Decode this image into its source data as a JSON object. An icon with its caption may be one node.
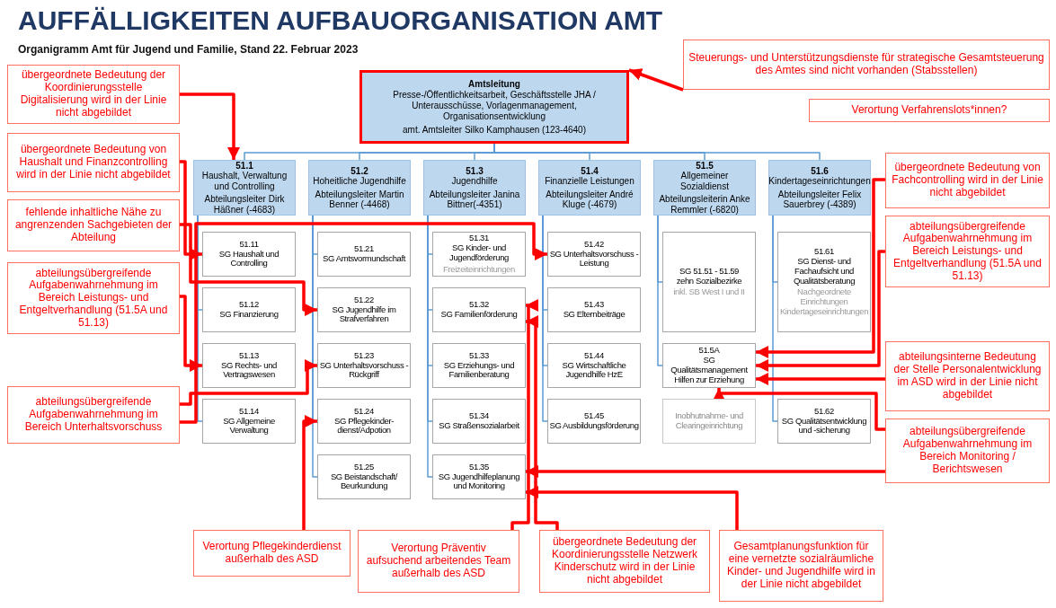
{
  "diagram": {
    "title": "AUFFÄLLIGKEITEN AUFBAUORGANISATION AMT",
    "nodes": [
      {
        "text": [
          "Amtsleitung",
          "Presse-/Öffentlichkeitsarbeit, Geschäftsstelle JHA / Unterausschüsse, Vorlagenmanagement, Organisationsentwicklung",
          "amt. Amtsleiter Silko Kamphausen (123-4640)"
        ]
      },
      {
        "text": [
          "51.1",
          "Haushalt, Verwaltung und Controlling",
          "Abteilungsleiter Dirk Häßner (-4683)"
        ]
      },
      {
        "text": [
          "51.2",
          "Hoheitliche Jugendhilfe",
          "Abteilungsleiter Martin Benner (-4468)"
        ]
      },
      {
        "text": [
          "51.3",
          "Jugendhilfe",
          "Abteilungsleiter Janina Bittner(-4351)"
        ]
      },
      {
        "text": [
          "51.4",
          "Finanzielle Leistungen",
          "Abteilungsleiter André Kluge (-4679)"
        ]
      },
      {
        "text": [
          "51.5",
          "Allgemeiner Sozialdienst",
          "Abteilungsleiterin Anke Remmler (-6820)"
        ]
      },
      {
        "text": [
          "51.6",
          "Kindertageseinrichtungen",
          "Abteilungsleiter Felix Sauerbrey (-4389)"
        ]
      },
      {
        "text": [
          "51.11",
          "SG Haushalt und Controlling"
        ]
      },
      {
        "text": [
          "51.12",
          "SG Finanzierung"
        ]
      },
      {
        "text": [
          "51.13",
          "SG Rechts- und Vertragswesen"
        ]
      },
      {
        "text": [
          "51.14",
          "SG Allgemeine Verwaltung"
        ]
      },
      {
        "text": [
          "51.21",
          "SG Amtsvormundschaft"
        ]
      },
      {
        "text": [
          "51.22",
          "SG Jugendhilfe im Strafverfahren"
        ]
      },
      {
        "text": [
          "51.23",
          "SG Unterhaltsvorschuss - Rückgriff"
        ]
      },
      {
        "text": [
          "51.24",
          "SG Pflegekinder- dienst/Adpotion"
        ]
      },
      {
        "text": [
          "51.25",
          "SG Beistandschaft/ Beurkundung"
        ]
      },
      {
        "text": [
          "51.31",
          "SG Kinder- und Jugendförderung",
          "Freizeiteinrichtungen"
        ]
      },
      {
        "text": [
          "51.32",
          "SG Familienförderung"
        ]
      },
      {
        "text": [
          "51.33",
          "SG Erziehungs- und Familienberatung"
        ]
      },
      {
        "text": [
          "51.34",
          "SG Straßensozialarbeit"
        ]
      },
      {
        "text": [
          "51.35",
          "SG Jugendhilfeplanung und Monitoring"
        ]
      },
      {
        "text": [
          "51.42",
          "SG Unterhaltsvorschuss - Leistung"
        ]
      },
      {
        "text": [
          "51.43",
          "SG Elternbeiträge"
        ]
      },
      {
        "text": [
          "51.44",
          "SG Wirtschaftliche Jugendhilfe HzE"
        ]
      },
      {
        "text": [
          "51.45",
          "SG Ausbildungsförderung"
        ]
      },
      {
        "text": [
          "SG 51.51 - 51.59",
          "zehn Sozialbezirke",
          "inkl. SB West I und II"
        ]
      },
      {
        "text": [
          "51.5A",
          "SG Qualitätsmanagement Hilfen zur Erziehung"
        ]
      },
      {
        "text": [
          "Inobhutnahme- und Clearingeinrichtung"
        ]
      },
      {
        "text": [
          "51.61",
          "SG Dienst- und Fachaufsicht und Qualitätsberatung",
          "Nachgeordnete Einrichtungen Kindertageseinrichtungen"
        ]
      },
      {
        "text": [
          "51.62",
          "SG Qualitätsentwicklung und -sicherung"
        ]
      },
      {
        "text": [
          "Steuerungs- und Unterstützungsdienste für strategische Gesamtsteuerung des Amtes sind nicht vorhanden (Stabsstellen)"
        ]
      },
      {
        "text": [
          "Verortung Verfahrenslots*innen?"
        ]
      },
      {
        "text": [
          "übergeordnete Bedeutung der Koordinierungsstelle Digitalisierung wird in der Linie nicht abgebildet"
        ]
      },
      {
        "text": [
          "übergeordnete Bedeutung von Haushalt und Finanzcontrolling wird in der Linie nicht abgebildet"
        ]
      },
      {
        "text": [
          "Verortung Präventiv aufsuchend arbeitendes Team außerhalb des ASD"
        ]
      },
      {
        "text": [
          "übergeordnete Bedeutung der Koordinierungsstelle Netzwerk Kinderschutz wird in der Linie nicht abgebildet"
        ]
      },
      {
        "text": [
          "übergeordnete Bedeutung von Fachcontrolling wird in der Linie nicht abgebildet"
        ]
      },
      {
        "text": [
          "abteilungsübergreifende Aufgabenwahrnehmung im Bereich Leistungs- und Entgeltverhandlung (51.5A und 51.13)"
        ]
      },
      {
        "text": [
          "fehlende inhaltliche Nähe zu angrenzenden Sachgebieten der Abteilung"
        ]
      },
      {
        "text": [
          "abteilungsübergreifende Aufgabenwahrnehmung im Bereich Leistungs- und Entgeltverhandlung (51.5A und 51.13)"
        ]
      },
      {
        "text": [
          "abteilungsinterne Bedeutung der Stelle Personalentwicklung im ASD wird in der Linie nicht abgebildet"
        ]
      },
      {
        "text": [
          "abteilungsübergreifende Aufgabenwahrnehmung im Bereich Unterhaltsvorschuss"
        ]
      },
      {
        "text": [
          "abteilungsübergreifende Aufgabenwahrnehmung im Bereich Monitoring / Berichtswesen"
        ]
      },
      {
        "text": [
          "Verortung Pflegekinderdienst außerhalb des ASD"
        ]
      },
      {
        "text": [
          "Gesamtplanungsfunktion für eine vernetzte sozialräumliche Kinder- und Jugendhilfe wird in der Linie nicht abgebildet"
        ]
      }
    ],
    "edges": [
      {
        "from": 0,
        "to": 1,
        "arrow": "none"
      },
      {
        "from": 0,
        "to": 2,
        "arrow": "none"
      },
      {
        "from": 0,
        "to": 3,
        "arrow": "none"
      },
      {
        "from": 0,
        "to": 4,
        "arrow": "none"
      },
      {
        "from": 0,
        "to": 5,
        "arrow": "none"
      },
      {
        "from": 0,
        "to": 6,
        "arrow": "none"
      },
      {
        "from": 1,
        "to": 7,
        "arrow": "none"
      },
      {
        "from": 1,
        "to": 8,
        "arrow": "none"
      },
      {
        "from": 1,
        "to": 9,
        "arrow": "none"
      },
      {
        "from": 1,
        "to": 10,
        "arrow": "none"
      },
      {
        "from": 2,
        "to": 11,
        "arrow": "none"
      },
      {
        "from": 2,
        "to": 12,
        "arrow": "none"
      },
      {
        "from": 2,
        "to": 13,
        "arrow": "none"
      },
      {
        "from": 2,
        "to": 14,
        "arrow": "none"
      },
      {
        "from": 2,
        "to": 15,
        "arrow": "none"
      },
      {
        "from": 3,
        "to": 16,
        "arrow": "none"
      },
      {
        "from": 3,
        "to": 17,
        "arrow": "none"
      },
      {
        "from": 3,
        "to": 18,
        "arrow": "none"
      },
      {
        "from": 3,
        "to": 19,
        "arrow": "none"
      },
      {
        "from": 3,
        "to": 20,
        "arrow": "none"
      },
      {
        "from": 4,
        "to": 21,
        "arrow": "none"
      },
      {
        "from": 4,
        "to": 22,
        "arrow": "none"
      },
      {
        "from": 4,
        "to": 23,
        "arrow": "none"
      },
      {
        "from": 4,
        "to": 24,
        "arrow": "none"
      },
      {
        "from": 5,
        "to": 25,
        "arrow": "none"
      },
      {
        "from": 5,
        "to": 26,
        "arrow": "none"
      },
      {
        "from": 6,
        "to": 28,
        "arrow": "none"
      },
      {
        "from": 6,
        "to": 29,
        "arrow": "none"
      },
      {
        "from": 30,
        "to": 0,
        "arrow": "to",
        "style": "thick",
        "color": "#ff0000"
      },
      {
        "from": 32,
        "to": 1,
        "arrow": "to",
        "style": "thick",
        "color": "#ff0000"
      },
      {
        "from": 33,
        "to": 7,
        "arrow": "to",
        "style": "thick",
        "color": "#ff0000"
      },
      {
        "from": 34,
        "to": 17,
        "arrow": "to",
        "style": "thick",
        "color": "#ff0000"
      },
      {
        "from": 35,
        "to": 17,
        "arrow": "to",
        "style": "thick",
        "color": "#ff0000"
      },
      {
        "from": 36,
        "to": 26,
        "arrow": "to",
        "style": "thick",
        "color": "#ff0000"
      },
      {
        "from": 37,
        "to": 26,
        "arrow": "to",
        "style": "thick",
        "color": "#ff0000"
      },
      {
        "from": 38,
        "to": 12,
        "arrow": "to",
        "style": "thick",
        "color": "#ff0000"
      },
      {
        "from": 39,
        "to": 9,
        "arrow": "to",
        "style": "thick",
        "color": "#ff0000"
      },
      {
        "from": 40,
        "to": 26,
        "arrow": "to",
        "style": "thick",
        "color": "#ff0000"
      },
      {
        "from": 41,
        "to": 13,
        "arrow": "to",
        "style": "thick",
        "color": "#ff0000"
      },
      {
        "from": 41,
        "to": 21,
        "arrow": "to",
        "style": "thick",
        "color": "#ff0000"
      },
      {
        "from": 42,
        "to": 26,
        "arrow": "to",
        "style": "thick",
        "color": "#ff0000"
      },
      {
        "from": 42,
        "to": 20,
        "arrow": "to",
        "style": "thick",
        "color": "#ff0000"
      },
      {
        "from": 43,
        "to": 14,
        "arrow": "to",
        "style": "thick",
        "color": "#ff0000"
      },
      {
        "from": 44,
        "to": 20,
        "arrow": "to",
        "style": "thick",
        "color": "#ff0000"
      }
    ],
    "labels": [
      "Organigramm Amt für Jugend und Familie, Stand 22. Februar 2023"
    ]
  }
}
